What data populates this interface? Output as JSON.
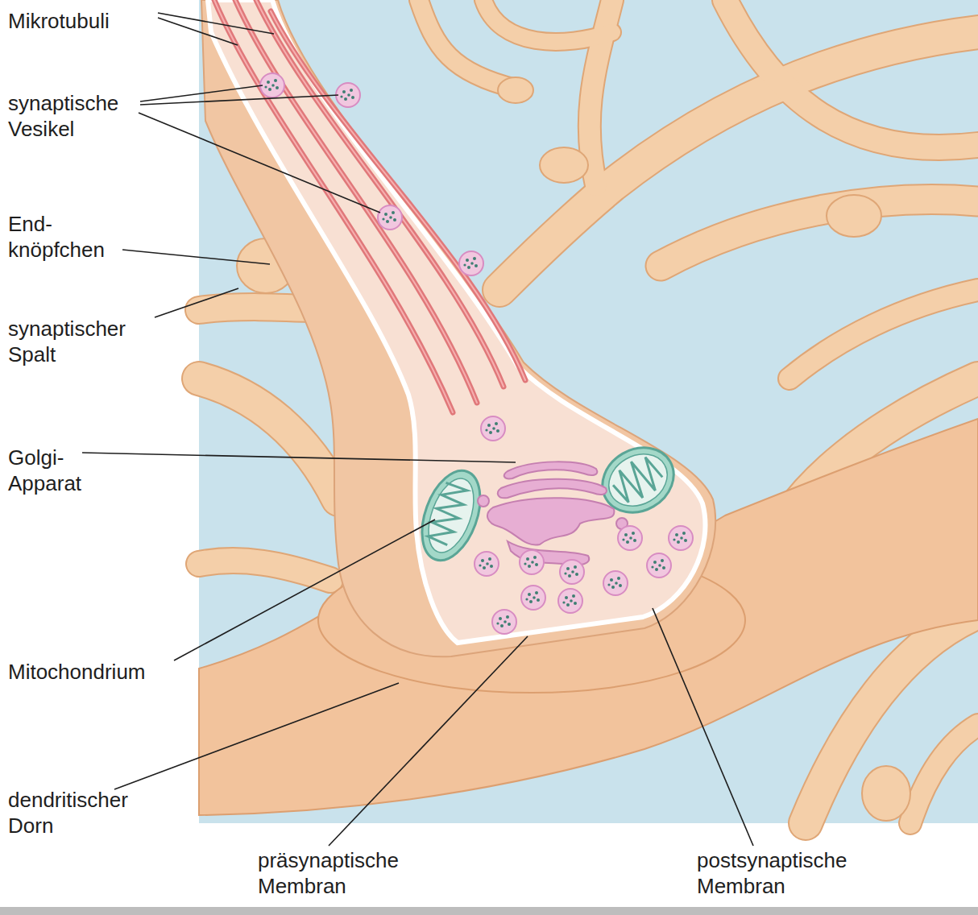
{
  "diagram": {
    "labels": [
      "Mikrotubuli",
      "synaptische Vesikel",
      "End- knöpfchen",
      "synaptischer Spalt",
      "Golgi- Apparat",
      "Mitochondrium",
      "dendritischer Dorn",
      "präsynaptische Membran",
      "postsynaptische Membran"
    ]
  }
}
